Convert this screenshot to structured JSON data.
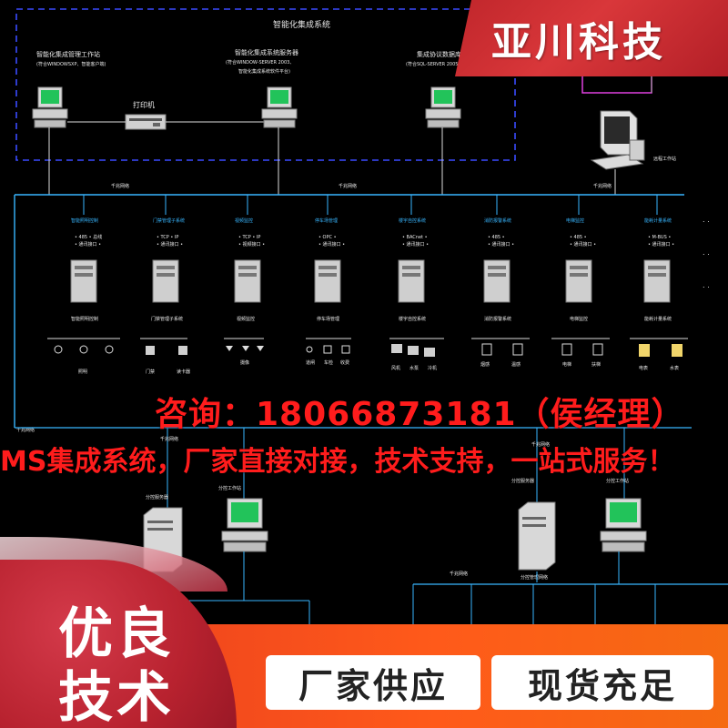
{
  "brand": {
    "name": "亚川科技",
    "color": "#d32f30"
  },
  "overlay": {
    "consult": "咨询：18066873181（侯经理）",
    "slogan": "MS集成系统，厂家直接对接，技术支持，一站式服务！",
    "text_color": "#ff1c1c"
  },
  "badge": {
    "line1": "优良",
    "line2": "技术",
    "color": "#b8222f"
  },
  "pills": {
    "supply": "厂家供应",
    "stock": "现货充足"
  },
  "diagram": {
    "system_title": "智能化集成系统",
    "workstations": [
      {
        "title": "智能化集成管理工作站",
        "sub": "(符合WINDOWSXP、智能客户端)"
      },
      {
        "title": "智能化集成系统服务器",
        "sub": "(符合WINDOW-SERVER 2003、",
        "sub2": "智能化集成系统软件平台)"
      },
      {
        "title": "集成协议数据库服务器",
        "sub": "(符合SQL-SERVER 2005)"
      }
    ],
    "printer_label": "打印机",
    "remote_label": "远程工作站",
    "backbone_labels": [
      "千兆网络",
      "千兆网络",
      "千兆网络"
    ],
    "subsystems": [
      {
        "name": "智能照明控制",
        "bottom": [
          "照明"
        ]
      },
      {
        "name": "门禁管理子系统",
        "bottom": [
          "门禁",
          "读卡器"
        ]
      },
      {
        "name": "视频监控",
        "bottom": [
          "摄像"
        ]
      },
      {
        "name": "停车场管理",
        "bottom": [
          "道闸",
          "车检",
          "收费"
        ]
      },
      {
        "name": "楼宇自控系统",
        "bottom": [
          "风机",
          "水泵",
          "冷机"
        ]
      },
      {
        "name": "消防报警系统",
        "bottom": [
          "烟感",
          "温感"
        ]
      },
      {
        "name": "电梯监控",
        "bottom": [
          "电梯",
          "扶梯"
        ]
      },
      {
        "name": "能耗计量系统",
        "bottom": [
          "电表",
          "水表"
        ]
      }
    ],
    "lower_left": {
      "net": "千兆网络",
      "server": "分控服务器",
      "ws": "分控工作站"
    },
    "lower_right": {
      "net": "千兆网络",
      "server": "分控服务器",
      "ws": "分控工作站",
      "net2": "千兆网络",
      "bus": "分控管理网络"
    }
  }
}
